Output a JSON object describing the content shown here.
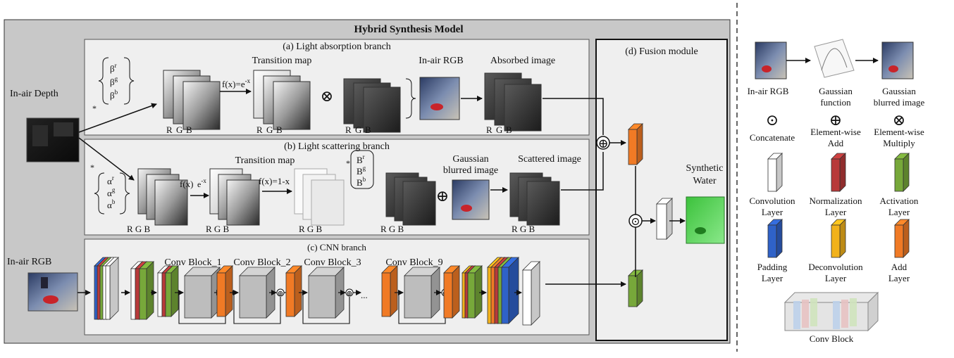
{
  "title": "Hybrid Synthesis Model",
  "branches": {
    "a": "(a) Light absorption branch",
    "b": "(b) Light scattering branch",
    "c": "(c) CNN branch",
    "d": "(d) Fusion module"
  },
  "inputs": {
    "depth": "In-air Depth",
    "rgb": "In-air RGB"
  },
  "absorption": {
    "beta": [
      "β",
      "β",
      "β"
    ],
    "beta_sup": [
      "r",
      "g",
      "b"
    ],
    "star": "*",
    "transition_map": "Transition map",
    "formula": "f(x)=e",
    "formula_sup": "-x",
    "in_air_rgb": "In-air RGB",
    "absorbed_image": "Absorbed image",
    "channel_labels": [
      "R",
      "G",
      "B"
    ]
  },
  "scattering": {
    "alpha": [
      "α",
      "α",
      "α"
    ],
    "alpha_sup": [
      "r",
      "g",
      "b"
    ],
    "star": "*",
    "transition_map": "Transition map",
    "fx": "f(x)",
    "ex": "e",
    "ex_sup": "-x",
    "formula2": "f(x)=1-x",
    "B": [
      "B",
      "B",
      "B"
    ],
    "B_sup": [
      "r",
      "g",
      "b"
    ],
    "star2": "*",
    "gaussian_blurred_line1": "Gaussian",
    "gaussian_blurred_line2": "blurred image",
    "scattered_image": "Scattered image",
    "channel_labels": "R G B"
  },
  "cnn": {
    "blocks": [
      "Conv Block_1",
      "Conv Block_2",
      "Conv Block_3",
      "Conv Block_9"
    ],
    "ellipsis": "..."
  },
  "fusion": {
    "synthetic_line1": "Synthetic",
    "synthetic_line2": "Water"
  },
  "legend": {
    "top": [
      {
        "label": [
          "In-air RGB"
        ]
      },
      {
        "label": [
          "Gaussian",
          "function"
        ]
      },
      {
        "label": [
          "Gaussian",
          "blurred image"
        ]
      }
    ],
    "ops": [
      {
        "symbol": "⊙",
        "label": [
          "Concatenate"
        ]
      },
      {
        "symbol": "⊕",
        "label": [
          "Element-wise",
          "Add"
        ]
      },
      {
        "symbol": "⊗",
        "label": [
          "Element-wise",
          "Multiply"
        ]
      }
    ],
    "layers": [
      {
        "label": [
          "Convolution",
          "Layer"
        ],
        "color": "#ffffff"
      },
      {
        "label": [
          "Normalization",
          "Layer"
        ],
        "color": "#b83a3a"
      },
      {
        "label": [
          "Activation",
          "Layer"
        ],
        "color": "#77a83a"
      },
      {
        "label": [
          "Padding",
          "Layer"
        ],
        "color": "#2f62c8"
      },
      {
        "label": [
          "Deconvolution",
          "Layer"
        ],
        "color": "#f2b21b"
      },
      {
        "label": [
          "Add",
          "Layer"
        ],
        "color": "#f07a25"
      }
    ],
    "conv_block": "Conv Block"
  },
  "symbols": {
    "multiply": "⊗",
    "add": "⊕",
    "concat": "⊙"
  }
}
